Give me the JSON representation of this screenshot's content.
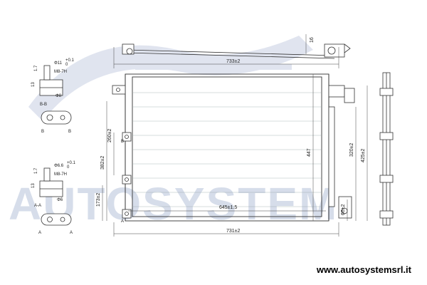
{
  "watermark": {
    "text": "AUTOSYSTEM",
    "color": "#c9d2e4"
  },
  "footer": {
    "url": "www.autosystemsrl.it"
  },
  "dimensions": {
    "top_width": "733±2",
    "bottom_width": "731±2",
    "core_width": "645±1.5",
    "core_height": "447",
    "right_tall": "425±2",
    "right_mid": "320±2",
    "right_small": "66±2",
    "left_tall": "382±2",
    "left_mid": "260±2",
    "left_small": "173±2",
    "top_offset": "16"
  },
  "detail_upper": {
    "dia": "Φ11",
    "tol_top": "+0.1",
    "tol_bot": "0",
    "thread": "M8-7H",
    "dim_a": "1.7",
    "dim_b": "13",
    "dim_c": "Φ8",
    "section": "B-B",
    "mark_left": "B",
    "mark_right": "B"
  },
  "detail_lower": {
    "dia": "Φ6.6",
    "tol_top": "+0.1",
    "tol_bot": "0",
    "thread": "M8-7H",
    "dim_a": "1.7",
    "dim_b": "13",
    "dim_c": "Φ6",
    "section": "A-A",
    "mark_left": "A",
    "mark_right": "A"
  },
  "view_marks": {
    "b_mark": "B",
    "a_mark": "A"
  }
}
